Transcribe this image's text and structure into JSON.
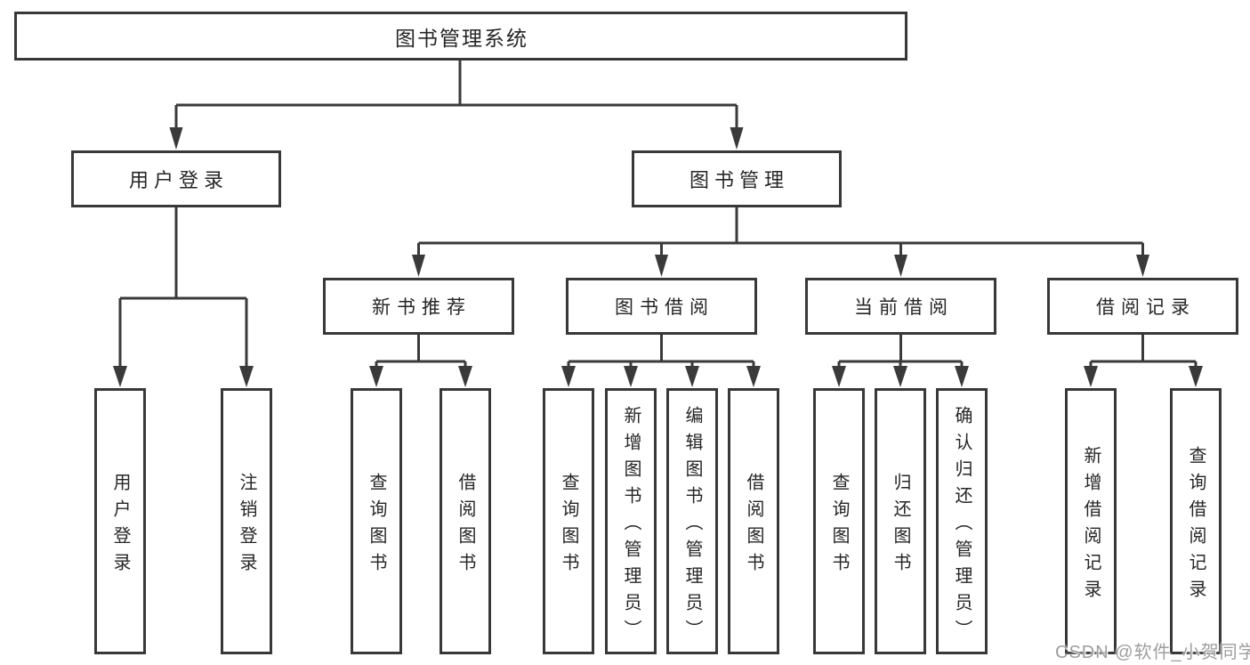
{
  "title": {
    "label": "图书管理系统"
  },
  "level2": [
    {
      "label": "用户登录"
    },
    {
      "label": "图书管理"
    }
  ],
  "level3": [
    {
      "label": "新书推荐",
      "parent": "图书管理"
    },
    {
      "label": "图书借阅",
      "parent": "图书管理"
    },
    {
      "label": "当前借阅",
      "parent": "图书管理"
    },
    {
      "label": "借阅记录",
      "parent": "图书管理"
    }
  ],
  "leaves": [
    {
      "label": "用户登录",
      "parent": "用户登录"
    },
    {
      "label": "注销登录",
      "parent": "用户登录"
    },
    {
      "label": "查询图书",
      "parent": "新书推荐"
    },
    {
      "label": "借阅图书",
      "parent": "新书推荐"
    },
    {
      "label": "查询图书",
      "parent": "图书借阅"
    },
    {
      "label": "新增图书（管理员）",
      "parent": "图书借阅"
    },
    {
      "label": "编辑图书（管理员）",
      "parent": "图书借阅"
    },
    {
      "label": "借阅图书",
      "parent": "图书借阅"
    },
    {
      "label": "查询图书",
      "parent": "当前借阅"
    },
    {
      "label": "归还图书",
      "parent": "当前借阅"
    },
    {
      "label": "确认归还（管理员）",
      "parent": "当前借阅"
    },
    {
      "label": "新增借阅记录",
      "parent": "借阅记录"
    },
    {
      "label": "查询借阅记录",
      "parent": "借阅记录"
    }
  ],
  "watermark": {
    "text": "CSDN @软件_小贺同学"
  },
  "colors": {
    "background": "#ffffff",
    "stroke": "#3a3a3a",
    "border": "#383838",
    "text": "#262626",
    "watermark": "#9e9e9e"
  }
}
